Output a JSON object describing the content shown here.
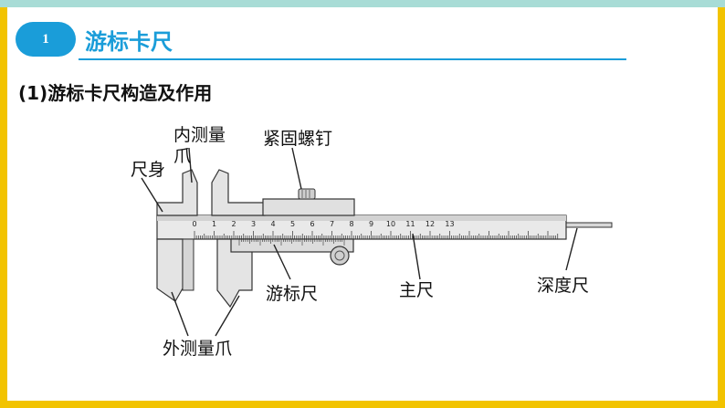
{
  "header": {
    "number": "1",
    "title": "游标卡尺"
  },
  "subtitle": "(1)游标卡尺构造及作用",
  "labels": {
    "inner_jaws_line1": "内测量",
    "inner_jaws_line2": "爪",
    "body": "尺身",
    "locking_screw": "紧固螺钉",
    "vernier": "游标尺",
    "main_scale": "主尺",
    "depth_rod": "深度尺",
    "outer_jaws": "外测量爪"
  },
  "scale_numbers": [
    "0",
    "1",
    "2",
    "3",
    "4",
    "5",
    "6",
    "7",
    "8",
    "9",
    "10",
    "11",
    "12",
    "13"
  ],
  "colors": {
    "accent": "#1a9dd9",
    "background": "#f2c300",
    "top_band": "#a8dcd6"
  }
}
